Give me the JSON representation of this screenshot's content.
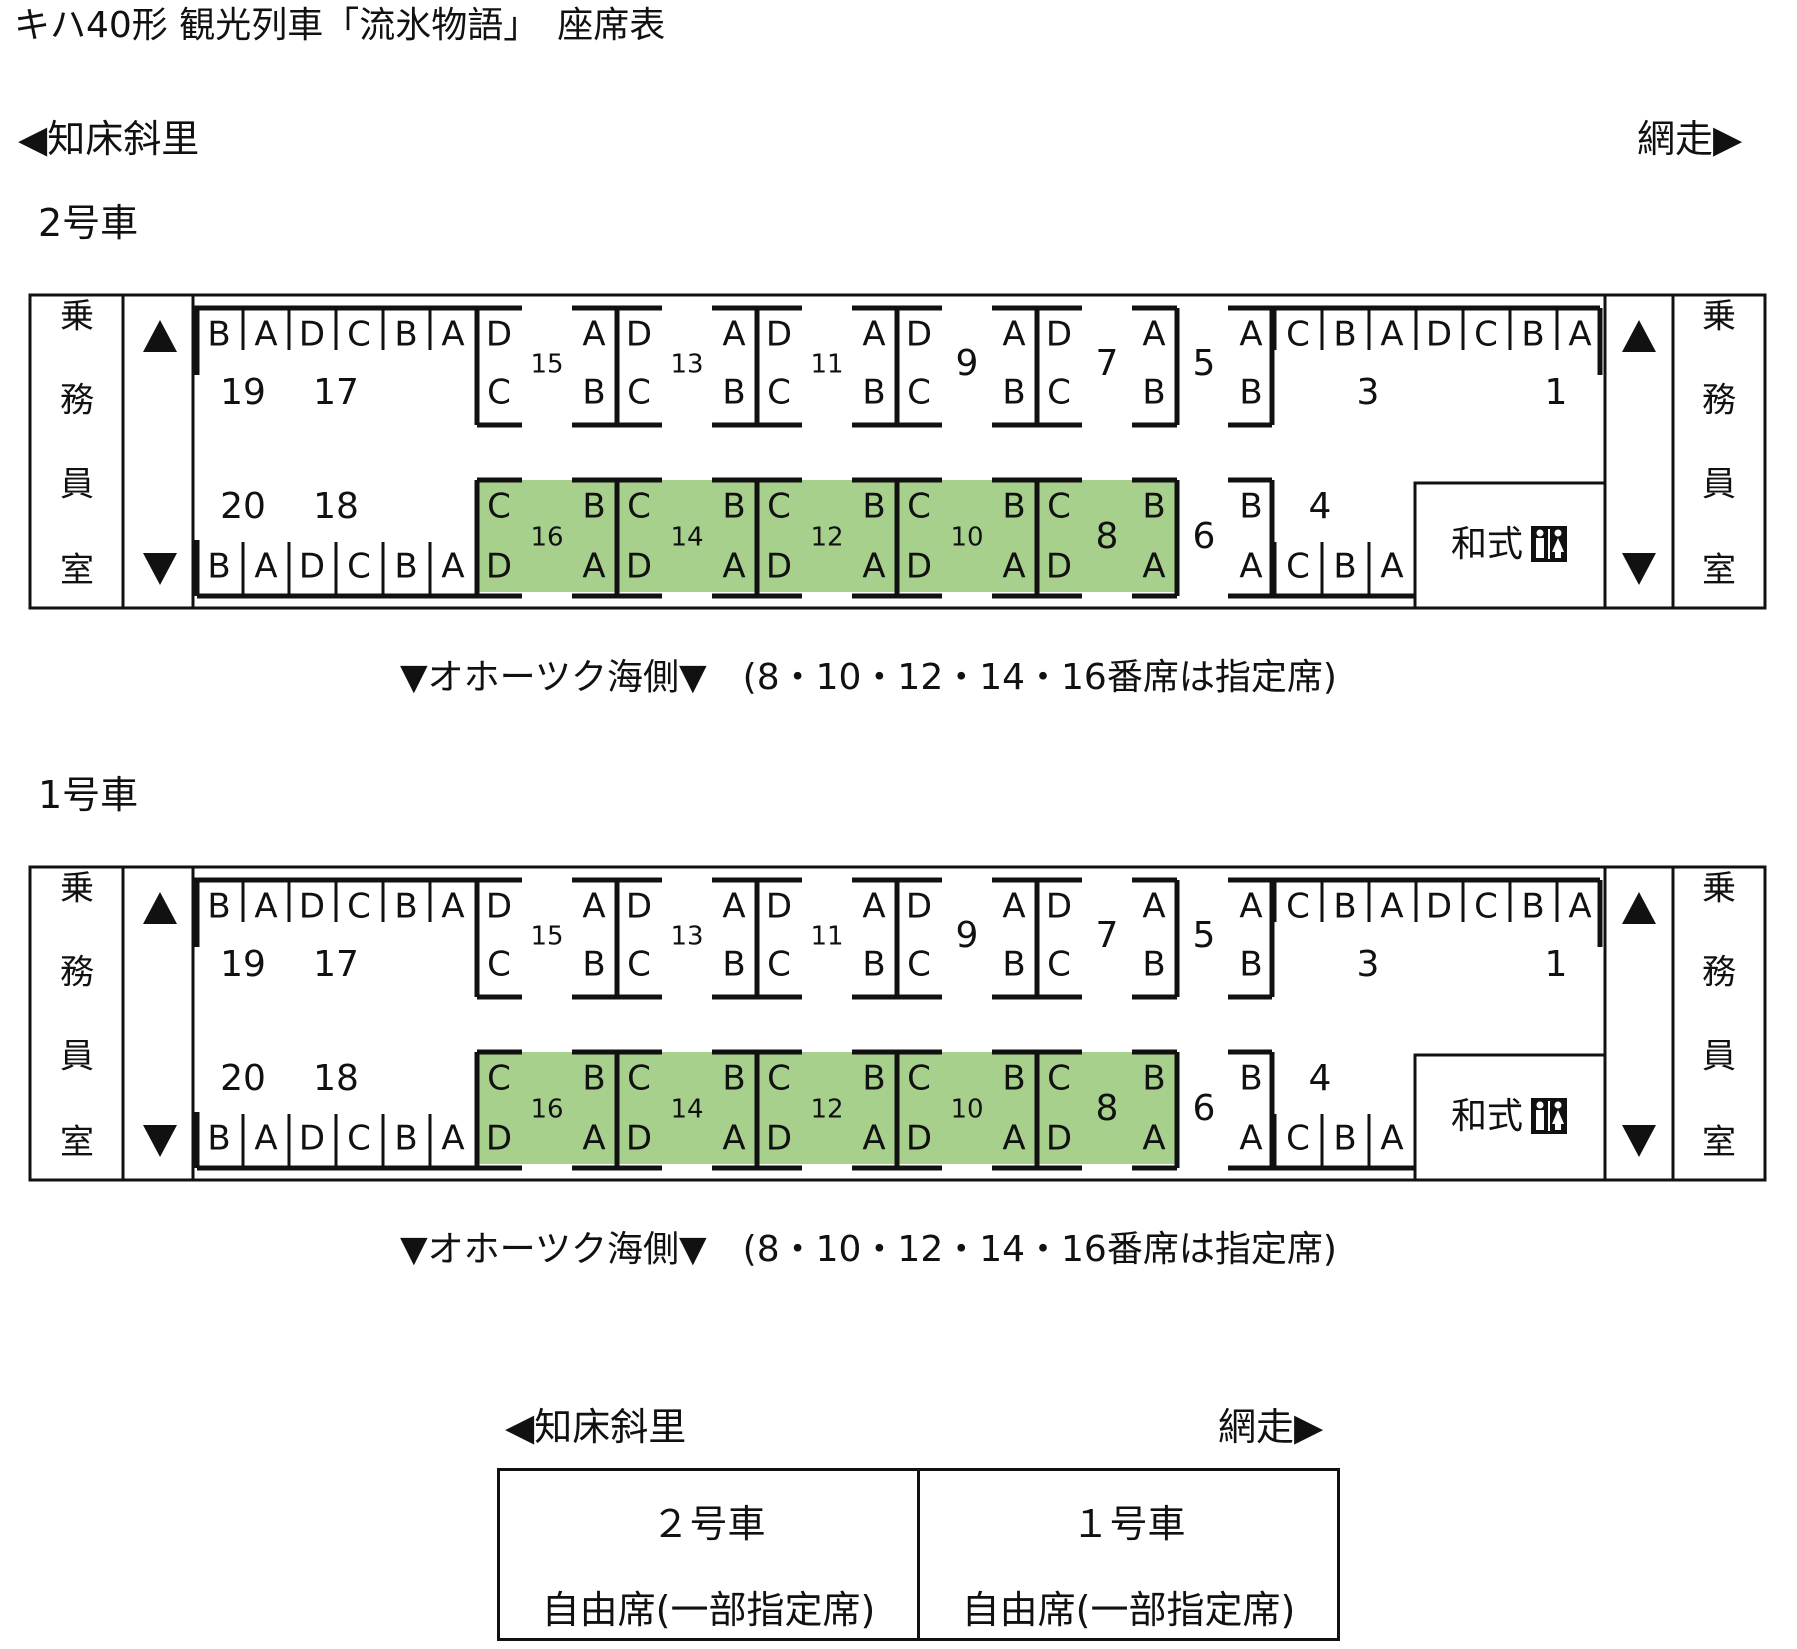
{
  "title": "キハ40形 観光列車「流氷物語」　座席表",
  "direction": {
    "left": "◀知床斜里",
    "right": "網走▶"
  },
  "colors": {
    "reserved_fill": "#a8d08d",
    "line": "#111111"
  },
  "cars": [
    {
      "label": "2号車",
      "end_room_chars": [
        "乗",
        "務",
        "員",
        "室"
      ],
      "toilet_label": "和式",
      "toilet_icon": "restroom-icon",
      "caption": "▼オホーツク海側▼　(8・10・12・14・16番席は指定席)",
      "bench_top_letters": [
        "B",
        "A",
        "D",
        "C",
        "B",
        "A"
      ],
      "bench_top_numbers": [
        "19",
        "17"
      ],
      "bench_bottom_letters": [
        "B",
        "A",
        "D",
        "C",
        "B",
        "A"
      ],
      "bench_bottom_numbers": [
        "20",
        "18"
      ],
      "top_bays": [
        {
          "num": "15",
          "l1": "D",
          "l2": "C",
          "r1": "A",
          "r2": "B"
        },
        {
          "num": "13",
          "l1": "D",
          "l2": "C",
          "r1": "A",
          "r2": "B"
        },
        {
          "num": "11",
          "l1": "D",
          "l2": "C",
          "r1": "A",
          "r2": "B"
        },
        {
          "num": "9",
          "l1": "D",
          "l2": "C",
          "r1": "A",
          "r2": "B"
        },
        {
          "num": "7",
          "l1": "D",
          "l2": "C",
          "r1": "A",
          "r2": "B"
        }
      ],
      "bottom_bays": [
        {
          "num": "16",
          "l1": "C",
          "l2": "D",
          "r1": "B",
          "r2": "A",
          "reserved": true
        },
        {
          "num": "14",
          "l1": "C",
          "l2": "D",
          "r1": "B",
          "r2": "A",
          "reserved": true
        },
        {
          "num": "12",
          "l1": "C",
          "l2": "D",
          "r1": "B",
          "r2": "A",
          "reserved": true
        },
        {
          "num": "10",
          "l1": "C",
          "l2": "D",
          "r1": "B",
          "r2": "A",
          "reserved": true
        },
        {
          "num": "8",
          "l1": "C",
          "l2": "D",
          "r1": "B",
          "r2": "A",
          "reserved": true
        }
      ],
      "top_single": {
        "num": "5",
        "a": "A",
        "b": "B"
      },
      "bottom_single": {
        "num": "6",
        "a": "B",
        "b": "A"
      },
      "front_top_letters": [
        "C",
        "B",
        "A",
        "D",
        "C",
        "B",
        "A"
      ],
      "front_top_numbers": [
        "3",
        "1"
      ],
      "front_bottom_letters": [
        "C",
        "B",
        "A"
      ],
      "front_bottom_number": "4"
    },
    {
      "label": "1号車",
      "end_room_chars": [
        "乗",
        "務",
        "員",
        "室"
      ],
      "toilet_label": "和式",
      "toilet_icon": "restroom-icon",
      "caption": "▼オホーツク海側▼　(8・10・12・14・16番席は指定席)",
      "bench_top_letters": [
        "B",
        "A",
        "D",
        "C",
        "B",
        "A"
      ],
      "bench_top_numbers": [
        "19",
        "17"
      ],
      "bench_bottom_letters": [
        "B",
        "A",
        "D",
        "C",
        "B",
        "A"
      ],
      "bench_bottom_numbers": [
        "20",
        "18"
      ],
      "top_bays": [
        {
          "num": "15",
          "l1": "D",
          "l2": "C",
          "r1": "A",
          "r2": "B"
        },
        {
          "num": "13",
          "l1": "D",
          "l2": "C",
          "r1": "A",
          "r2": "B"
        },
        {
          "num": "11",
          "l1": "D",
          "l2": "C",
          "r1": "A",
          "r2": "B"
        },
        {
          "num": "9",
          "l1": "D",
          "l2": "C",
          "r1": "A",
          "r2": "B"
        },
        {
          "num": "7",
          "l1": "D",
          "l2": "C",
          "r1": "A",
          "r2": "B"
        }
      ],
      "bottom_bays": [
        {
          "num": "16",
          "l1": "C",
          "l2": "D",
          "r1": "B",
          "r2": "A",
          "reserved": true
        },
        {
          "num": "14",
          "l1": "C",
          "l2": "D",
          "r1": "B",
          "r2": "A",
          "reserved": true
        },
        {
          "num": "12",
          "l1": "C",
          "l2": "D",
          "r1": "B",
          "r2": "A",
          "reserved": true
        },
        {
          "num": "10",
          "l1": "C",
          "l2": "D",
          "r1": "B",
          "r2": "A",
          "reserved": true
        },
        {
          "num": "8",
          "l1": "C",
          "l2": "D",
          "r1": "B",
          "r2": "A",
          "reserved": true
        }
      ],
      "top_single": {
        "num": "5",
        "a": "A",
        "b": "B"
      },
      "bottom_single": {
        "num": "6",
        "a": "B",
        "b": "A"
      },
      "front_top_letters": [
        "C",
        "B",
        "A",
        "D",
        "C",
        "B",
        "A"
      ],
      "front_top_numbers": [
        "3",
        "1"
      ],
      "front_bottom_letters": [
        "C",
        "B",
        "A"
      ],
      "front_bottom_number": "4"
    }
  ],
  "footer": {
    "direction_left": "◀知床斜里",
    "direction_right": "網走▶",
    "cells": [
      {
        "title": "２号車",
        "sub": "自由席(一部指定席)"
      },
      {
        "title": "１号車",
        "sub": "自由席(一部指定席)"
      }
    ]
  }
}
